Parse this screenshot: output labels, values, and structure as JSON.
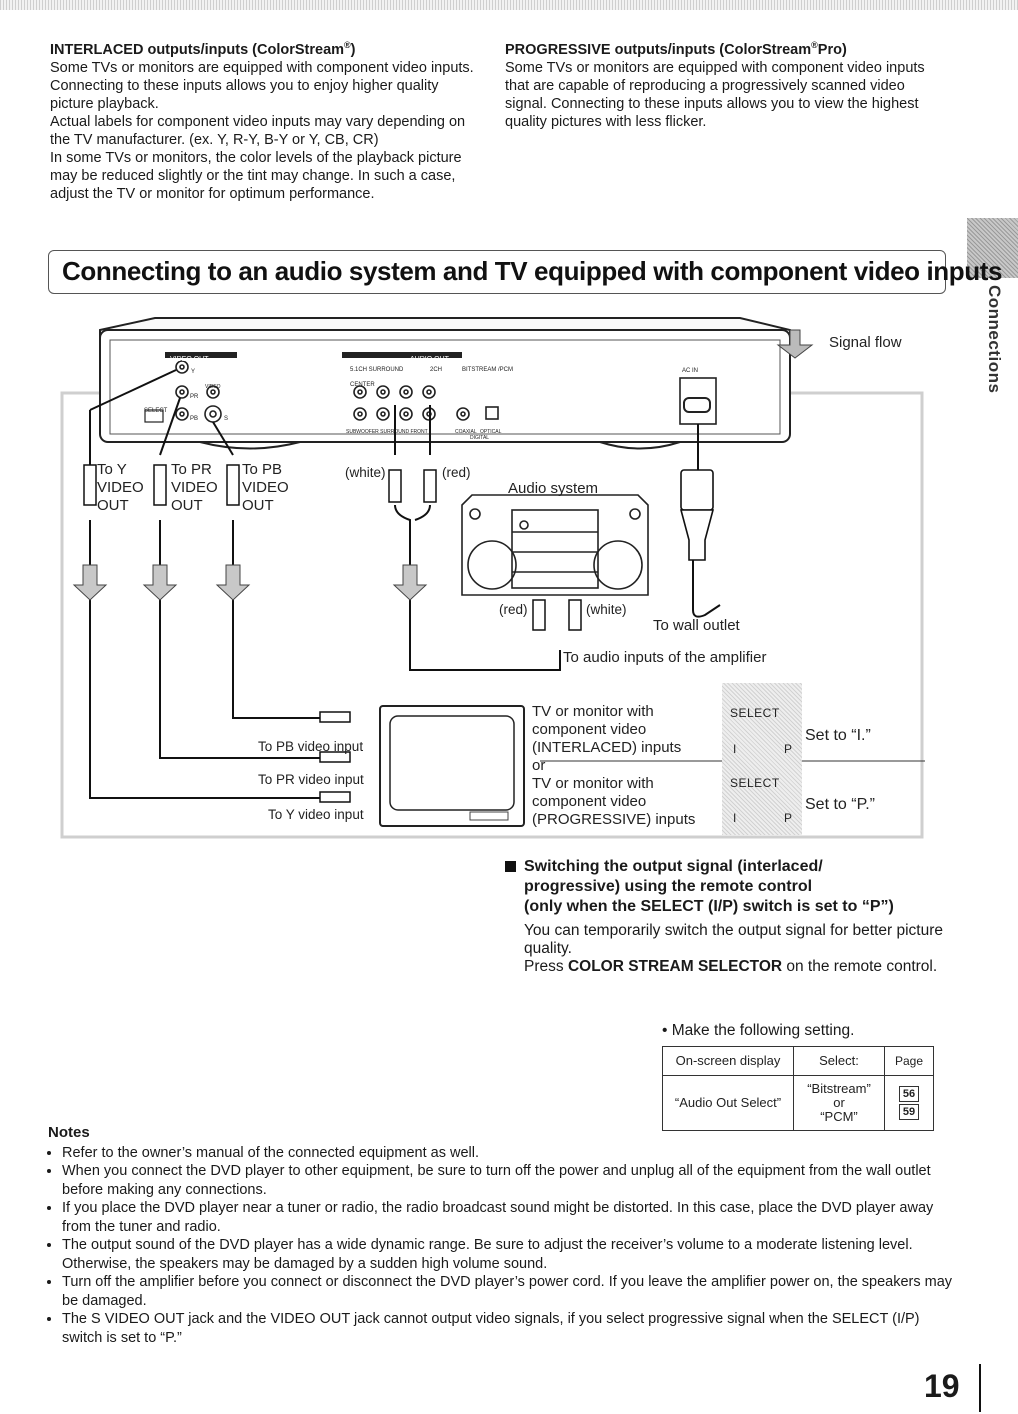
{
  "interlaced": {
    "heading": "INTERLACED outputs/inputs (ColorStream",
    "heading_sup": "®",
    "heading_end": ")",
    "p1": "Some TVs or monitors are equipped with component video inputs. Connecting to these inputs allows you to enjoy higher quality picture playback.",
    "p2": "Actual labels for component video inputs may vary depending on the TV manufacturer. (ex. Y, R-Y, B-Y or Y, CB, CR)",
    "p3": "In some TVs or monitors, the color levels of the playback picture may be reduced slightly or the tint may change. In such a case, adjust the TV or monitor for optimum performance."
  },
  "progressive": {
    "heading": "PROGRESSIVE outputs/inputs (ColorStream",
    "heading_sup": "®",
    "heading_end": "Pro)",
    "p1": "Some TVs or monitors are equipped with component video inputs that are capable of reproducing a progressively scanned video signal.  Connecting to these inputs allows you to view the highest quality pictures with less flicker."
  },
  "side_tab": "Connections",
  "section_title": "Connecting to an audio system and TV equipped with component video inputs",
  "diagram": {
    "signal_flow": "Signal flow",
    "player_panel": {
      "video_out": "VIDEO OUT",
      "audio_out": "AUDIO OUT",
      "select": "SELECT",
      "ch51": "5.1CH SURROUND",
      "ch2": "2CH",
      "bitstream": "BITSTREAM /PCM",
      "center": "CENTER",
      "subwoofer_row": "SUBWOOFER SURROUND FRONT",
      "coaxial": "COAXIAL",
      "optical": "OPTICAL",
      "digital": "DIGITAL",
      "ac_in": "AC IN",
      "y": "Y",
      "video": "VIDEO",
      "pr": "PR",
      "pb": "PB",
      "s": "S"
    },
    "to_y": "To Y",
    "to_pr": "To PR",
    "to_pb": "To PB",
    "video": "VIDEO",
    "out": "OUT",
    "white": "(white)",
    "red": "(red)",
    "audio_system": "Audio system",
    "red2": "(red)",
    "white2": "(white)",
    "to_wall_outlet": "To wall outlet",
    "to_audio_inputs": "To audio inputs of the amplifier",
    "to_pb_input": "To PB video input",
    "to_pr_input": "To PR video input",
    "to_y_input": "To Y video input",
    "tv_interlaced_l1": "TV or monitor with",
    "tv_interlaced_l2": "component video",
    "tv_interlaced_l3": "(INTERLACED) inputs",
    "or": "or",
    "tv_progressive_l1": "TV or monitor with",
    "tv_progressive_l2": "component video",
    "tv_progressive_l3": "(PROGRESSIVE) inputs",
    "select_label": "SELECT",
    "switch_i": "I",
    "switch_p": "P",
    "set_to_i": "Set to “I.”",
    "set_to_p": "Set to “P.”"
  },
  "switching": {
    "heading_l1": "Switching the output signal (interlaced/",
    "heading_l2": "progressive) using the remote control",
    "heading_l3": "(only when the SELECT (I/P) switch is set to “P”)",
    "body1": "You can temporarily switch the output signal for better picture quality.",
    "body2_pre": "Press ",
    "body2_bold": "COLOR STREAM SELECTOR",
    "body2_post": " on the remote control."
  },
  "setting": {
    "bullet": "•  Make the following setting.",
    "headers": [
      "On-screen display",
      "Select:",
      "Page"
    ],
    "row_display": "“Audio Out Select”",
    "row_select_1": "“Bitstream”",
    "row_select_or": "or",
    "row_select_2": "“PCM”",
    "page_1": "56",
    "page_2": "59"
  },
  "notes": {
    "heading": "Notes",
    "items": [
      "Refer to the owner’s manual of the connected equipment as well.",
      "When you connect the DVD player to other equipment, be sure to turn off the power and unplug all of the equipment from the wall outlet before making any connections.",
      "If you place the DVD player near a tuner or radio, the radio broadcast sound might be distorted. In this case, place the DVD player away from the tuner and radio.",
      "The output sound of the DVD player has a wide dynamic range. Be sure to adjust the receiver’s volume to a moderate listening level. Otherwise, the speakers may be damaged by a sudden high volume sound.",
      "Turn off the amplifier before you connect or disconnect the DVD player’s power cord. If you leave the amplifier power on, the speakers may be damaged.",
      "The S VIDEO OUT jack and the VIDEO OUT jack cannot output video signals, if you select progressive signal when the SELECT (I/P) switch is set to “P.”"
    ]
  },
  "page_number": "19"
}
